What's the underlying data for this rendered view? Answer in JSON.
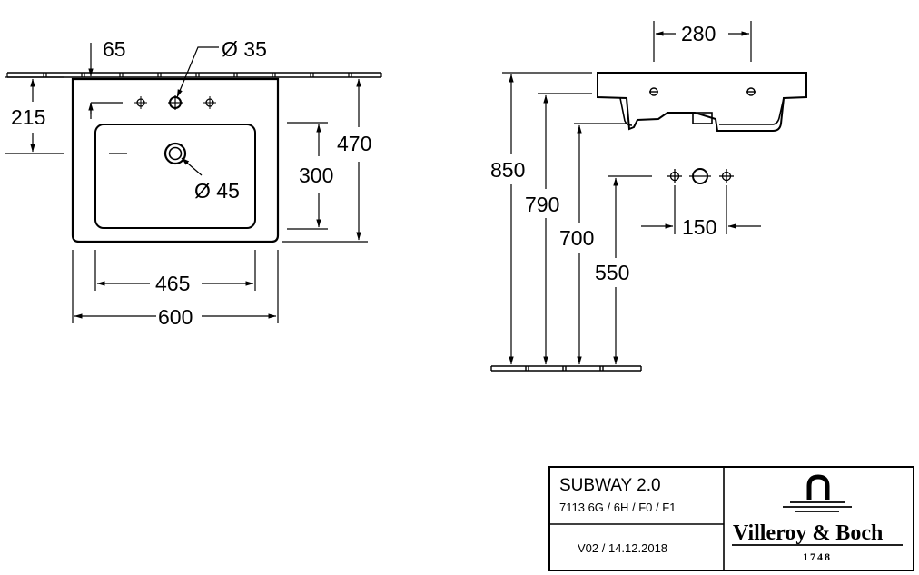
{
  "top_view": {
    "dim_65": "65",
    "dim_d35": "Ø 35",
    "dim_215": "215",
    "dim_470": "470",
    "dim_300": "300",
    "dim_d45": "Ø 45",
    "dim_465": "465",
    "dim_600": "600"
  },
  "side_view": {
    "dim_280": "280",
    "dim_850": "850",
    "dim_790": "790",
    "dim_700": "700",
    "dim_550": "550",
    "dim_150": "150"
  },
  "title_block": {
    "product": "SUBWAY 2.0",
    "codes": "7113 6G / 6H / F0 / F1",
    "version": "V02 / 14.12.2018",
    "brand": "Villeroy & Boch",
    "year": "1748"
  }
}
